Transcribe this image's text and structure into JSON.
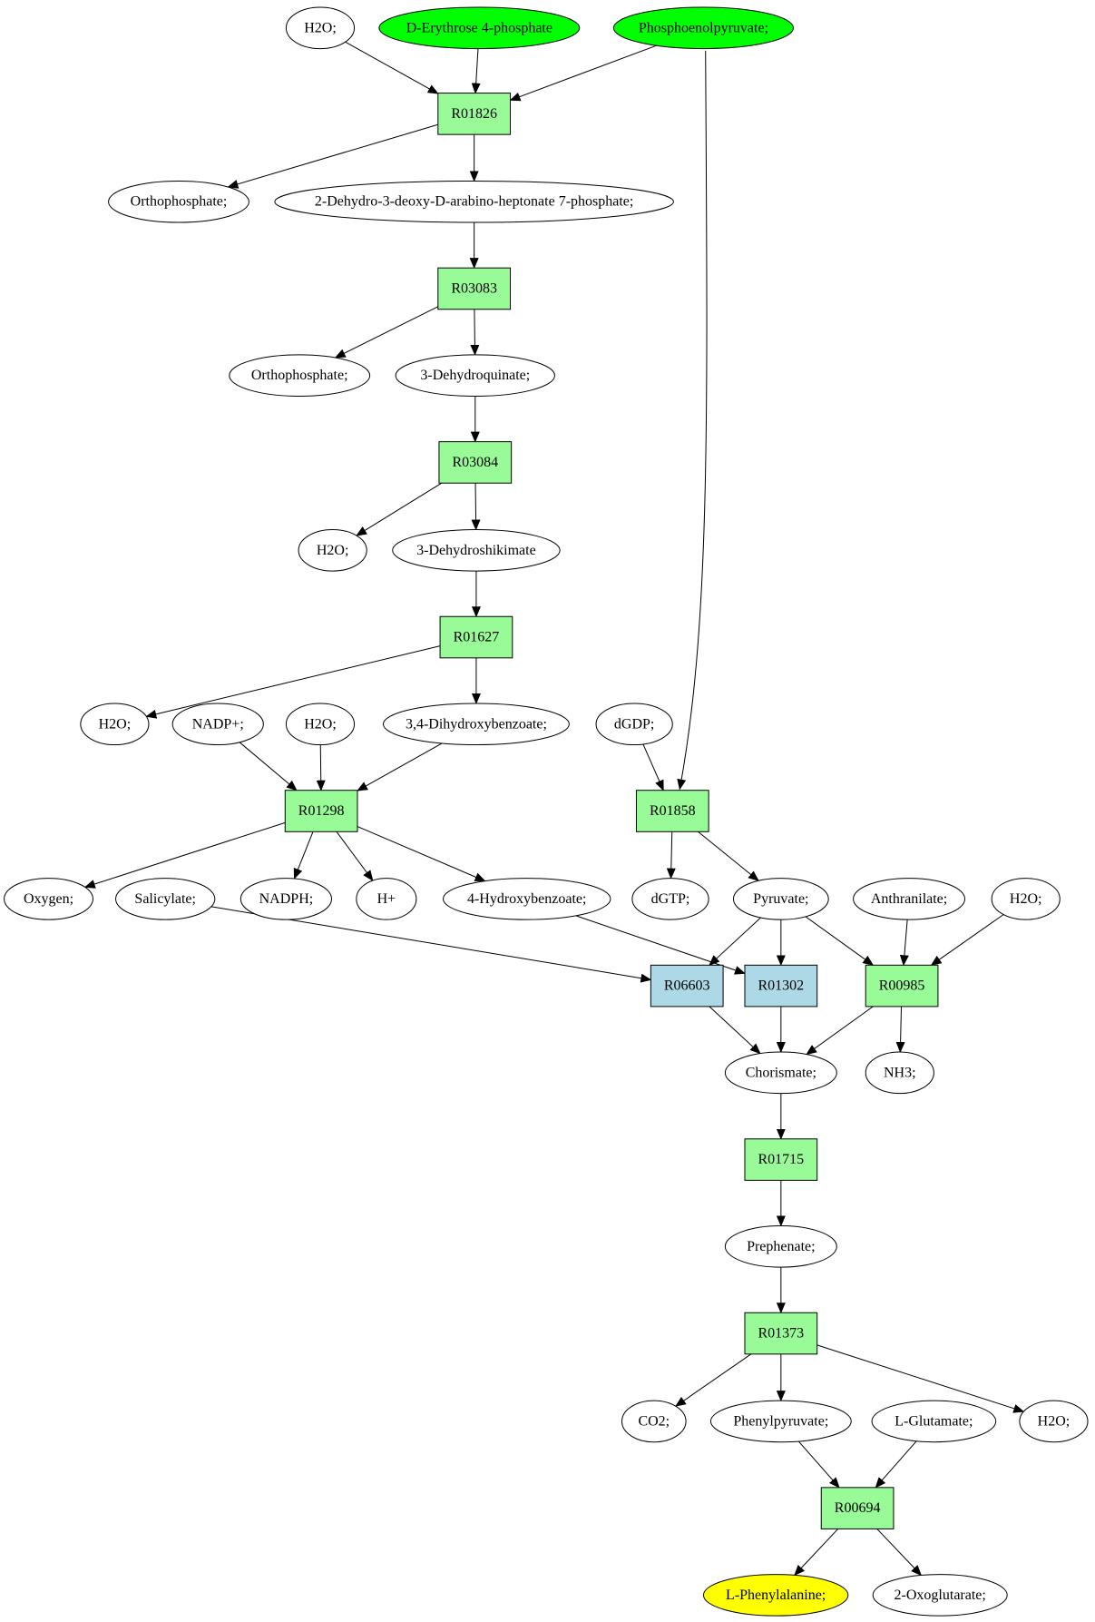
{
  "diagram": {
    "colors": {
      "reaction_default": "#98fb98",
      "reaction_alt": "#add8e6",
      "compound_default": "#ffffff",
      "compound_source": "#00ff00",
      "compound_target": "#ffff00"
    },
    "nodes": [
      {
        "id": "c_h2o_top",
        "label": "H2O;",
        "kind": "compound"
      },
      {
        "id": "c_e4p",
        "label": "D-Erythrose 4-phosphate",
        "kind": "compound",
        "role": "source"
      },
      {
        "id": "c_pep",
        "label": "Phosphoenolpyruvate;",
        "kind": "compound",
        "role": "source"
      },
      {
        "id": "r_R01826",
        "label": "R01826",
        "kind": "reaction"
      },
      {
        "id": "c_orthophosphate_1",
        "label": "Orthophosphate;",
        "kind": "compound"
      },
      {
        "id": "c_dahp",
        "label": "2-Dehydro-3-deoxy-D-arabino-heptonate 7-phosphate;",
        "kind": "compound"
      },
      {
        "id": "r_R03083",
        "label": "R03083",
        "kind": "reaction"
      },
      {
        "id": "c_orthophosphate_2",
        "label": "Orthophosphate;",
        "kind": "compound"
      },
      {
        "id": "c_dhq",
        "label": "3-Dehydroquinate;",
        "kind": "compound"
      },
      {
        "id": "r_R03084",
        "label": "R03084",
        "kind": "reaction"
      },
      {
        "id": "c_h2o_2",
        "label": "H2O;",
        "kind": "compound"
      },
      {
        "id": "c_dhs",
        "label": "3-Dehydroshikimate",
        "kind": "compound"
      },
      {
        "id": "r_R01627",
        "label": "R01627",
        "kind": "reaction"
      },
      {
        "id": "c_h2o_3",
        "label": "H2O;",
        "kind": "compound"
      },
      {
        "id": "c_nadp",
        "label": "NADP+;",
        "kind": "compound"
      },
      {
        "id": "c_h2o_4",
        "label": "H2O;",
        "kind": "compound"
      },
      {
        "id": "c_dhb",
        "label": "3,4-Dihydroxybenzoate;",
        "kind": "compound"
      },
      {
        "id": "c_dgdp",
        "label": "dGDP;",
        "kind": "compound"
      },
      {
        "id": "r_R01298",
        "label": "R01298",
        "kind": "reaction"
      },
      {
        "id": "r_R01858",
        "label": "R01858",
        "kind": "reaction"
      },
      {
        "id": "c_oxygen",
        "label": "Oxygen;",
        "kind": "compound"
      },
      {
        "id": "c_salicylate",
        "label": "Salicylate;",
        "kind": "compound"
      },
      {
        "id": "c_nadph",
        "label": "NADPH;",
        "kind": "compound"
      },
      {
        "id": "c_hplus",
        "label": "H+",
        "kind": "compound"
      },
      {
        "id": "c_4hb",
        "label": "4-Hydroxybenzoate;",
        "kind": "compound"
      },
      {
        "id": "c_dgtp",
        "label": "dGTP;",
        "kind": "compound"
      },
      {
        "id": "c_pyruvate",
        "label": "Pyruvate;",
        "kind": "compound"
      },
      {
        "id": "c_anthranilate",
        "label": "Anthranilate;",
        "kind": "compound"
      },
      {
        "id": "c_h2o_5",
        "label": "H2O;",
        "kind": "compound"
      },
      {
        "id": "r_R06603",
        "label": "R06603",
        "kind": "reaction",
        "variant": "alt"
      },
      {
        "id": "r_R01302",
        "label": "R01302",
        "kind": "reaction",
        "variant": "alt"
      },
      {
        "id": "r_R00985",
        "label": "R00985",
        "kind": "reaction"
      },
      {
        "id": "c_chorismate",
        "label": "Chorismate;",
        "kind": "compound"
      },
      {
        "id": "c_nh3",
        "label": "NH3;",
        "kind": "compound"
      },
      {
        "id": "r_R01715",
        "label": "R01715",
        "kind": "reaction"
      },
      {
        "id": "c_prephenate",
        "label": "Prephenate;",
        "kind": "compound"
      },
      {
        "id": "r_R01373",
        "label": "R01373",
        "kind": "reaction"
      },
      {
        "id": "c_co2",
        "label": "CO2;",
        "kind": "compound"
      },
      {
        "id": "c_phenylpyruvate",
        "label": "Phenylpyruvate;",
        "kind": "compound"
      },
      {
        "id": "c_lglutamate",
        "label": "L-Glutamate;",
        "kind": "compound"
      },
      {
        "id": "c_h2o_6",
        "label": "H2O;",
        "kind": "compound"
      },
      {
        "id": "r_R00694",
        "label": "R00694",
        "kind": "reaction"
      },
      {
        "id": "c_lphe",
        "label": "L-Phenylalanine;",
        "kind": "compound",
        "role": "target"
      },
      {
        "id": "c_2og",
        "label": "2-Oxoglutarate;",
        "kind": "compound"
      }
    ],
    "edges": [
      [
        "c_h2o_top",
        "r_R01826"
      ],
      [
        "c_e4p",
        "r_R01826"
      ],
      [
        "c_pep",
        "r_R01826"
      ],
      [
        "c_pep",
        "r_R01858"
      ],
      [
        "r_R01826",
        "c_orthophosphate_1"
      ],
      [
        "r_R01826",
        "c_dahp"
      ],
      [
        "c_dahp",
        "r_R03083"
      ],
      [
        "r_R03083",
        "c_orthophosphate_2"
      ],
      [
        "r_R03083",
        "c_dhq"
      ],
      [
        "c_dhq",
        "r_R03084"
      ],
      [
        "r_R03084",
        "c_h2o_2"
      ],
      [
        "r_R03084",
        "c_dhs"
      ],
      [
        "c_dhs",
        "r_R01627"
      ],
      [
        "r_R01627",
        "c_h2o_3"
      ],
      [
        "r_R01627",
        "c_dhb"
      ],
      [
        "c_nadp",
        "r_R01298"
      ],
      [
        "c_h2o_4",
        "r_R01298"
      ],
      [
        "c_dhb",
        "r_R01298"
      ],
      [
        "c_dgdp",
        "r_R01858"
      ],
      [
        "r_R01298",
        "c_oxygen"
      ],
      [
        "r_R01298",
        "c_nadph"
      ],
      [
        "r_R01298",
        "c_hplus"
      ],
      [
        "r_R01298",
        "c_4hb"
      ],
      [
        "r_R01858",
        "c_dgtp"
      ],
      [
        "r_R01858",
        "c_pyruvate"
      ],
      [
        "c_salicylate",
        "r_R06603"
      ],
      [
        "c_4hb",
        "r_R01302"
      ],
      [
        "c_pyruvate",
        "r_R06603"
      ],
      [
        "c_pyruvate",
        "r_R01302"
      ],
      [
        "c_pyruvate",
        "r_R00985"
      ],
      [
        "c_anthranilate",
        "r_R00985"
      ],
      [
        "c_h2o_5",
        "r_R00985"
      ],
      [
        "r_R06603",
        "c_chorismate"
      ],
      [
        "r_R01302",
        "c_chorismate"
      ],
      [
        "r_R00985",
        "c_chorismate"
      ],
      [
        "r_R00985",
        "c_nh3"
      ],
      [
        "c_chorismate",
        "r_R01715"
      ],
      [
        "r_R01715",
        "c_prephenate"
      ],
      [
        "c_prephenate",
        "r_R01373"
      ],
      [
        "r_R01373",
        "c_co2"
      ],
      [
        "r_R01373",
        "c_phenylpyruvate"
      ],
      [
        "r_R01373",
        "c_h2o_6"
      ],
      [
        "c_phenylpyruvate",
        "r_R00694"
      ],
      [
        "c_lglutamate",
        "r_R00694"
      ],
      [
        "r_R00694",
        "c_lphe"
      ],
      [
        "r_R00694",
        "c_2og"
      ]
    ]
  }
}
